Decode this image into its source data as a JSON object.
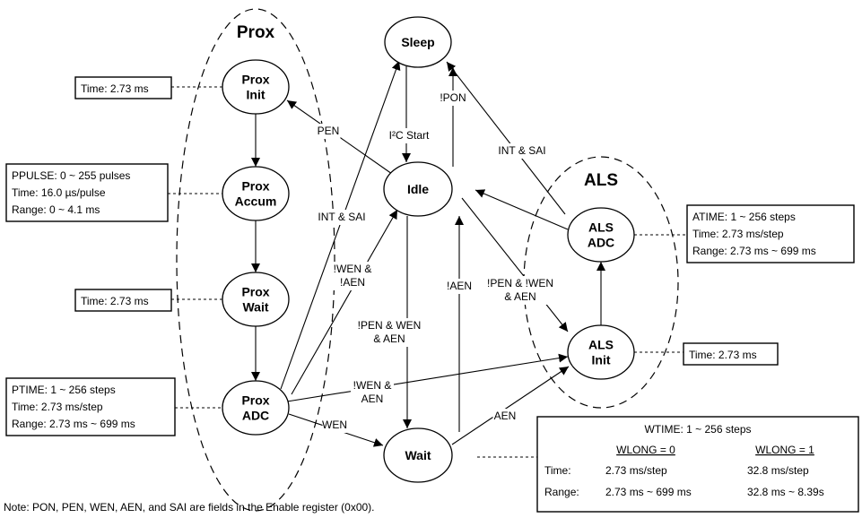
{
  "groups": {
    "prox": "Prox",
    "als": "ALS"
  },
  "nodes": {
    "sleep": [
      "Sleep"
    ],
    "idle": [
      "Idle"
    ],
    "wait": [
      "Wait"
    ],
    "prox_init": [
      "Prox",
      "Init"
    ],
    "prox_accum": [
      "Prox",
      "Accum"
    ],
    "prox_wait": [
      "Prox",
      "Wait"
    ],
    "prox_adc": [
      "Prox",
      "ADC"
    ],
    "als_adc": [
      "ALS",
      "ADC"
    ],
    "als_init": [
      "ALS",
      "Init"
    ]
  },
  "edges": {
    "idle_to_prox_init": [
      "PEN"
    ],
    "sleep_to_idle": [
      "I²C Start"
    ],
    "idle_to_sleep": [
      "!PON"
    ],
    "als_adc_to_sleep": [
      "INT & SAI"
    ],
    "prox_adc_to_sleep": [
      "INT & SAI"
    ],
    "prox_adc_to_idle": [
      "!WEN &",
      "!AEN"
    ],
    "idle_to_wait": [
      "!PEN & WEN",
      "& AEN"
    ],
    "wait_to_idle": [
      "!AEN"
    ],
    "idle_to_als_init": [
      "!PEN & !WEN",
      "& AEN"
    ],
    "prox_adc_to_als_init": [
      "!WEN &",
      "AEN"
    ],
    "prox_adc_to_wait": [
      "WEN"
    ],
    "wait_to_als_init": [
      "AEN"
    ],
    "als_adc_to_idle": [],
    "als_init_to_als_adc": [],
    "prox_init_to_prox_accum": [],
    "prox_accum_to_prox_wait": [],
    "prox_wait_to_prox_adc": []
  },
  "info_boxes": {
    "prox_init_time": [
      "Time: 2.73 ms"
    ],
    "prox_accum_params": [
      "PPULSE: 0 ~ 255 pulses",
      "Time: 16.0 µs/pulse",
      "Range: 0 ~ 4.1 ms"
    ],
    "prox_wait_time": [
      "Time: 2.73 ms"
    ],
    "prox_adc_params": [
      "PTIME: 1 ~ 256 steps",
      "Time: 2.73 ms/step",
      "Range: 2.73 ms ~ 699 ms"
    ],
    "als_adc_params": [
      "ATIME: 1 ~ 256 steps",
      "Time: 2.73 ms/step",
      "Range: 2.73 ms ~ 699 ms"
    ],
    "als_init_time": [
      "Time: 2.73 ms"
    ]
  },
  "wait_box": {
    "title": "WTIME: 1 ~ 256 steps",
    "col0_header": "WLONG = 0",
    "col1_header": "WLONG = 1",
    "rows": [
      {
        "label": "Time:",
        "wlong0": "2.73 ms/step",
        "wlong1": "32.8 ms/step"
      },
      {
        "label": "Range:",
        "wlong0": "2.73 ms ~ 699 ms",
        "wlong1": "32.8 ms ~ 8.39s"
      }
    ]
  },
  "note": "Note:  PON, PEN, WEN, AEN, and SAI are fields in the Enable register (0x00)."
}
